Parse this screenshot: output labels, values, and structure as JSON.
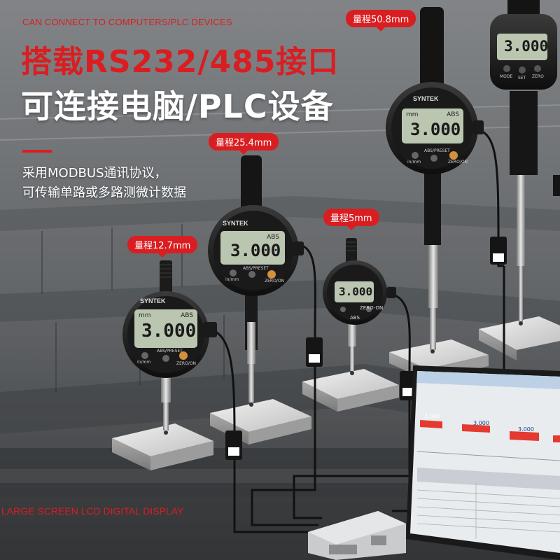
{
  "header": {
    "eyebrow": "CAN CONNECT TO COMPUTERS/PLC DEVICES",
    "headline_line1": "搭载RS232/485接口",
    "headline_line2": "可连接电脑/PLC设备"
  },
  "description": {
    "line1": "采用MODBUS通讯协议，",
    "line2": "可传输单路或多路测微计数据"
  },
  "footer": {
    "caption": "LARGE SCREEN LCD DIGITAL DISPLAY"
  },
  "range_badges": [
    "量程50.8mm",
    "量程25.4mm",
    "量程5mm",
    "量程12.7mm"
  ],
  "gauges": [
    {
      "brand": "SYNTEK",
      "reading": "3.000",
      "unit": "mm",
      "mode": "ABS",
      "buttons": [
        "in/mm",
        "ABS/PRESET",
        "ZERO/ON"
      ]
    },
    {
      "brand": "SYNTEK",
      "reading": "3.000",
      "unit": "",
      "mode": "ABS",
      "buttons": [
        "in/mm",
        "ABS/PRESET",
        "ZERO/ON"
      ]
    },
    {
      "brand": "",
      "reading": "3.000",
      "unit": "",
      "mode": "ABS",
      "buttons": [
        "ZERO-ON"
      ]
    },
    {
      "brand": "SYNTEK",
      "reading": "3.000",
      "unit": "mm",
      "mode": "ABS",
      "buttons": [
        "in/mm",
        "ABS/PRESET",
        "ZERO/ON"
      ]
    },
    {
      "brand": "",
      "reading": "3.000",
      "unit": "",
      "mode": "",
      "buttons": [
        "MODE",
        "SET",
        "ZERO"
      ]
    }
  ],
  "monitor": {
    "bar_values": [
      "3.000",
      "3.000",
      "3.000"
    ]
  },
  "colors": {
    "accent": "#d91e22",
    "lcd": "#b9c6b0",
    "gauge_body": "#1c1c1c"
  }
}
